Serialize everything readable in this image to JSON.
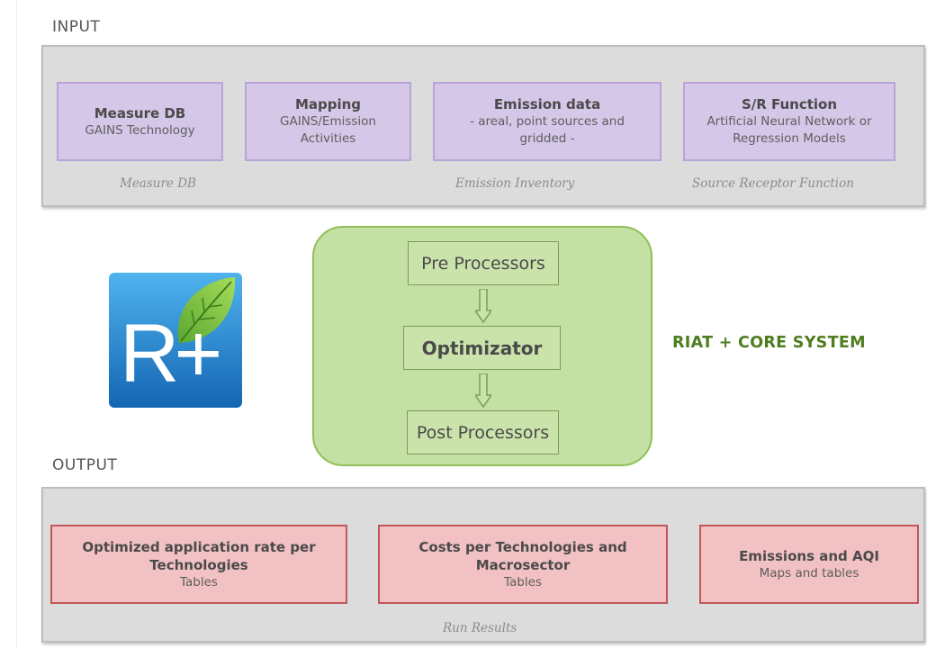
{
  "input": {
    "label": "INPUT",
    "boxes": [
      {
        "title": "Measure DB",
        "subtitle": "GAINS Technology"
      },
      {
        "title": "Mapping",
        "subtitle": "GAINS/Emission Activities"
      },
      {
        "title": "Emission data",
        "subtitle": "- areal, point sources and gridded -"
      },
      {
        "title": "S/R Function",
        "subtitle": "Artificial Neural Network or Regression Models"
      }
    ],
    "captions": [
      "Measure DB",
      "Emission Inventory",
      "Source Receptor Function"
    ]
  },
  "core": {
    "processors": [
      "Pre Processors",
      "Optimizator",
      "Post Processors"
    ],
    "label": "RIAT + CORE SYSTEM"
  },
  "logo": {
    "text": "R+",
    "icon": "leaf-icon"
  },
  "output": {
    "label": "OUTPUT",
    "boxes": [
      {
        "title": "Optimized application rate per Technologies",
        "subtitle": "Tables"
      },
      {
        "title": "Costs per Technologies and Macrosector",
        "subtitle": "Tables"
      },
      {
        "title": "Emissions and AQI",
        "subtitle": "Maps and tables"
      }
    ],
    "caption": "Run Results"
  },
  "colors": {
    "input_box_fill": "#d5c7e8",
    "output_box_fill": "#f2c1c3",
    "core_fill": "#c5e0a5",
    "core_label": "#4d7d1e",
    "logo_blue": "#1e88d0",
    "leaf_green": "#7cc242"
  }
}
